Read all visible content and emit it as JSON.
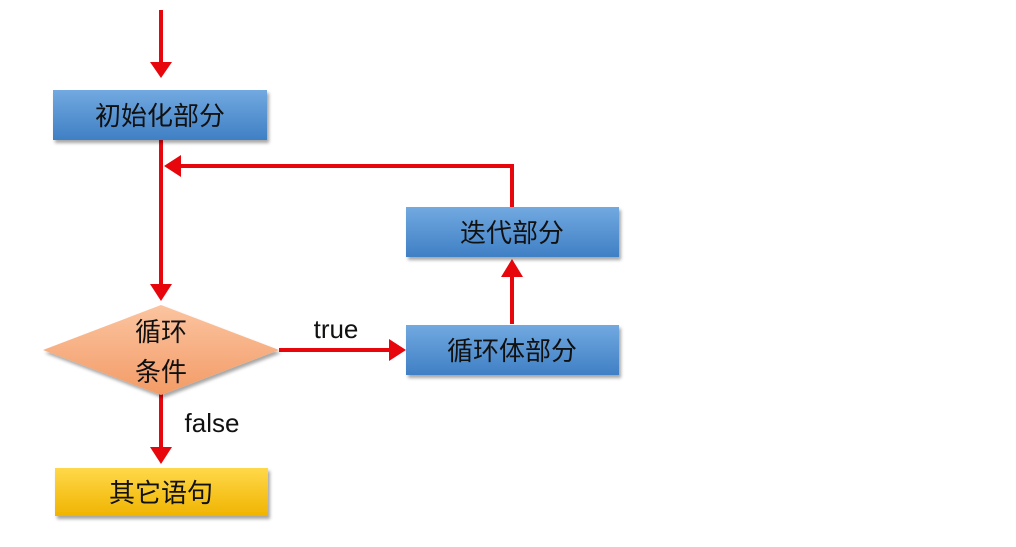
{
  "colors": {
    "arrow": "#e8060d",
    "blue_box_top": "#72a9e0",
    "blue_box_bottom": "#3f7fc4",
    "yellow_box_top": "#ffd84a",
    "yellow_box_bottom": "#f0b400",
    "diamond_top": "#fbc4a0",
    "diamond_bottom": "#f39b66"
  },
  "nodes": {
    "init": "初始化部分",
    "iteration": "迭代部分",
    "condition_line1": "循环",
    "condition_line2": "条件",
    "body": "循环体部分",
    "other": "其它语句"
  },
  "edges": {
    "true_label": "true",
    "false_label": "false"
  }
}
